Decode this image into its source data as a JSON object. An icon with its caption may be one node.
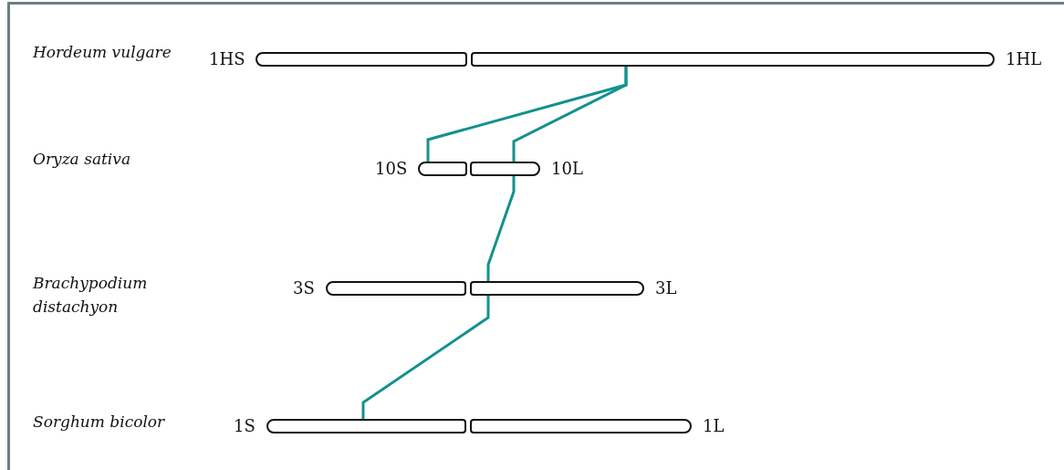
{
  "diagram": {
    "nodes": [
      {
        "text": [
          "1HS"
        ]
      },
      {
        "text": [
          "1HL"
        ]
      },
      {
        "text": [
          "10S"
        ]
      },
      {
        "text": [
          "10L"
        ]
      },
      {
        "text": [
          "3S"
        ]
      },
      {
        "text": [
          "3L"
        ]
      },
      {
        "text": [
          "1S"
        ]
      },
      {
        "text": [
          "1L"
        ]
      }
    ],
    "edges": [
      {
        "from": 1,
        "to": 2,
        "arrow": "none"
      },
      {
        "from": 1,
        "to": 3,
        "arrow": "none"
      },
      {
        "from": 3,
        "to": 5,
        "arrow": "none"
      },
      {
        "from": 5,
        "to": 6,
        "arrow": "none"
      }
    ],
    "labels": [
      "*Hordeum vulgare*",
      "*Oryza sativa*",
      "*Brachypodium distachyon*",
      "*Sorghum bicolor*"
    ]
  }
}
